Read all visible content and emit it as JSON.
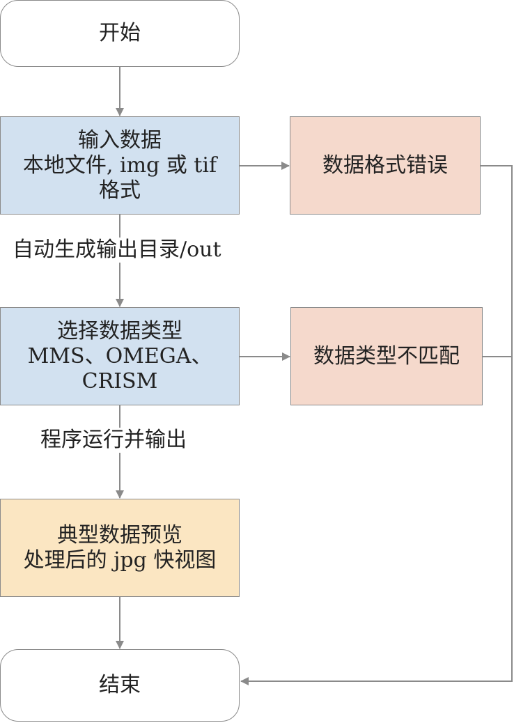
{
  "colors": {
    "process_fill": "#d2e1f0",
    "error_fill": "#f5d9cc",
    "output_fill": "#fbe6c2",
    "terminal_fill": "#ffffff",
    "line": "#8a8a8a"
  },
  "nodes": {
    "start": {
      "label": "开始"
    },
    "input": {
      "line1": "输入数据",
      "line2": "本地文件, img 或 tif",
      "line3": "格式"
    },
    "format_error": {
      "label": "数据格式错误"
    },
    "select_type": {
      "line1": "选择数据类型",
      "line2": "MMS、OMEGA、",
      "line3": "CRISM"
    },
    "type_mismatch": {
      "label": "数据类型不匹配"
    },
    "preview": {
      "line1": "典型数据预览",
      "line2": "处理后的 jpg 快视图"
    },
    "end": {
      "label": "结束"
    }
  },
  "edges": {
    "input_to_select": {
      "label": "自动生成输出目录/out"
    },
    "select_to_preview": {
      "label": "程序运行并输出"
    }
  }
}
